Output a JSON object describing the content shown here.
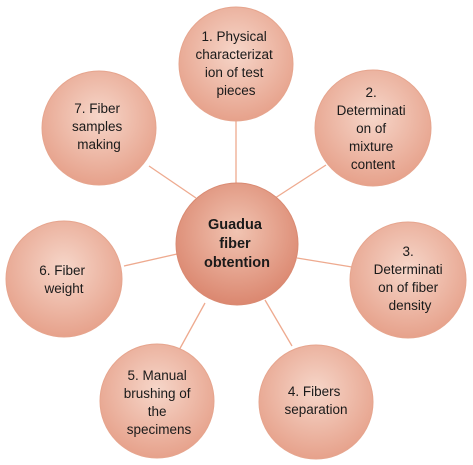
{
  "diagram": {
    "center": {
      "lines": [
        "Guadua",
        "fiber",
        "obtention"
      ]
    },
    "nodes": [
      {
        "id": "n1",
        "lines": [
          "1. Physical",
          "characterizat",
          "ion of test",
          "pieces"
        ]
      },
      {
        "id": "n2",
        "lines": [
          "2.",
          "Determinati",
          "on of",
          "mixture",
          "content"
        ]
      },
      {
        "id": "n3",
        "lines": [
          "3.",
          "Determinati",
          "on of fiber",
          "density"
        ]
      },
      {
        "id": "n4",
        "lines": [
          "4. Fibers",
          "separation"
        ]
      },
      {
        "id": "n5",
        "lines": [
          "5. Manual",
          "brushing of",
          "the",
          "specimens"
        ]
      },
      {
        "id": "n6",
        "lines": [
          "6. Fiber",
          "weight"
        ]
      },
      {
        "id": "n7",
        "lines": [
          "7. Fiber",
          "samples",
          "making"
        ]
      }
    ],
    "colors": {
      "node_fill_light": "#f7d9cd",
      "node_fill_dark": "#e9a08a",
      "node_stroke": "#e6a58e",
      "center_fill_light": "#f1c4b2",
      "center_fill_dark": "#d9826a",
      "connector": "#eeaa8f"
    }
  }
}
